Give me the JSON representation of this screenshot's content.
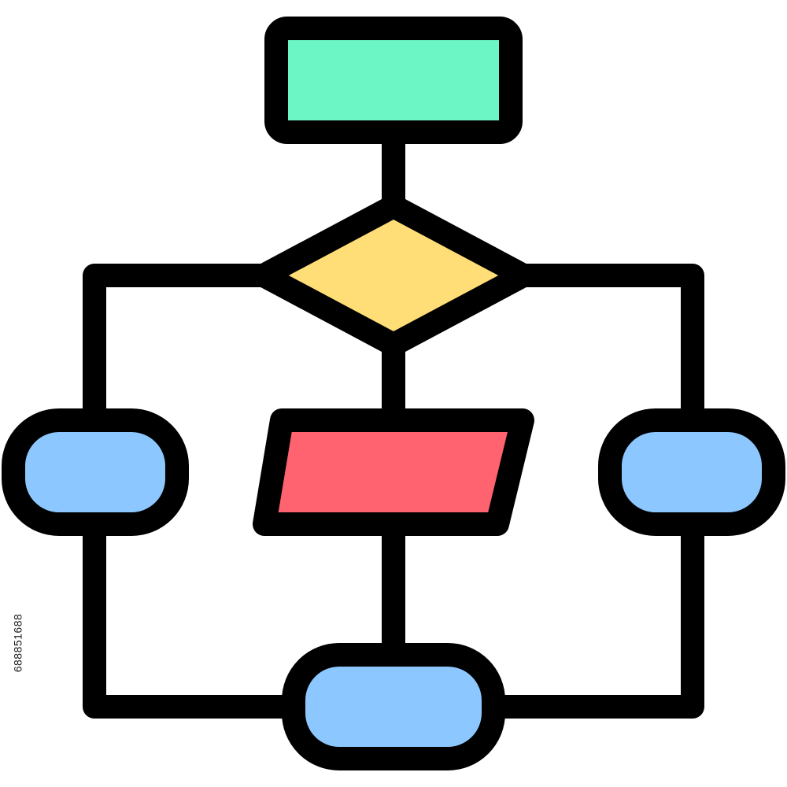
{
  "diagram": {
    "type": "flowchart-icon",
    "stroke_color": "#000000",
    "nodes": [
      {
        "id": "top-process",
        "shape": "rectangle",
        "fill": "#6CF5C5"
      },
      {
        "id": "decision",
        "shape": "diamond",
        "fill": "#FFDD77"
      },
      {
        "id": "left-terminator",
        "shape": "rounded-rectangle",
        "fill": "#8CC8FF"
      },
      {
        "id": "center-data",
        "shape": "parallelogram",
        "fill": "#FF6370"
      },
      {
        "id": "right-terminator",
        "shape": "rounded-rectangle",
        "fill": "#8CC8FF"
      },
      {
        "id": "bottom-terminator",
        "shape": "rounded-rectangle",
        "fill": "#8CC8FF"
      }
    ],
    "edges": [
      {
        "from": "top-process",
        "to": "decision"
      },
      {
        "from": "decision",
        "to": "left-terminator"
      },
      {
        "from": "decision",
        "to": "center-data"
      },
      {
        "from": "decision",
        "to": "right-terminator"
      },
      {
        "from": "center-data",
        "to": "bottom-terminator"
      },
      {
        "from": "left-terminator",
        "to": "bottom-terminator"
      },
      {
        "from": "right-terminator",
        "to": "bottom-terminator"
      }
    ]
  },
  "watermark": {
    "stock_id": "688851688"
  }
}
